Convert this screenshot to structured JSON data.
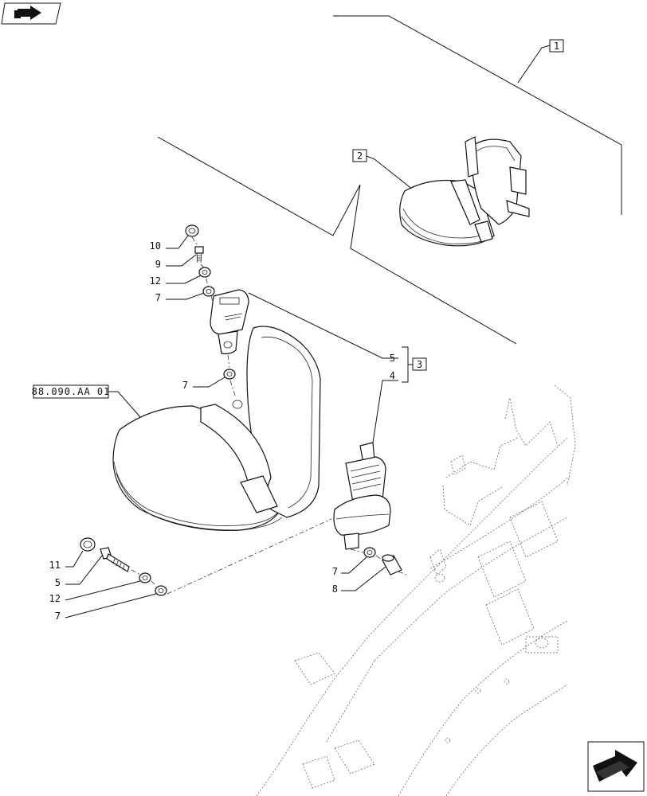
{
  "header": {
    "nav_icon": "folder-arrow-icon"
  },
  "footer": {
    "nav_icon": "next-page-arrow-icon"
  },
  "assembly_callouts": {
    "seat_assembly": "1",
    "seat_small": "2",
    "belt_group": "3"
  },
  "reference": {
    "text": "88.090.AA 01"
  },
  "labels": {
    "n10": "10",
    "n9": "9",
    "n12a": "12",
    "n7a": "7",
    "n7b": "7",
    "n5a": "5",
    "n4": "4",
    "n11": "11",
    "n5b": "5",
    "n12b": "12",
    "n7c": "7",
    "n7d": "7",
    "n8": "8"
  }
}
